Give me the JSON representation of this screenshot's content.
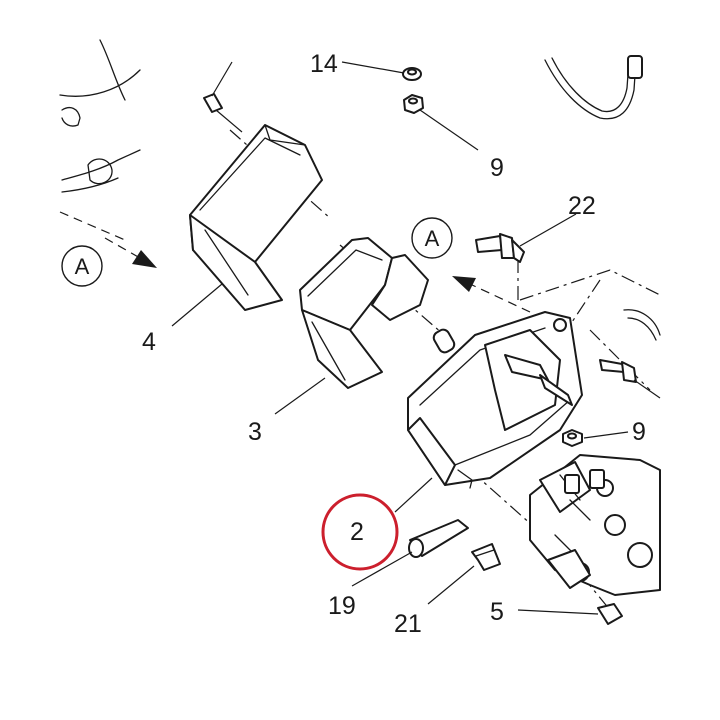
{
  "callouts": {
    "c14": "14",
    "c9_top": "9",
    "c22": "22",
    "c4": "4",
    "c3": "3",
    "c9_right": "9",
    "c2": "2",
    "c19": "19",
    "c21": "21",
    "c5": "5"
  },
  "refs": {
    "view_left": "A",
    "view_right": "A"
  },
  "highlight": {
    "callout": "2",
    "color": "#cc1f2d"
  }
}
